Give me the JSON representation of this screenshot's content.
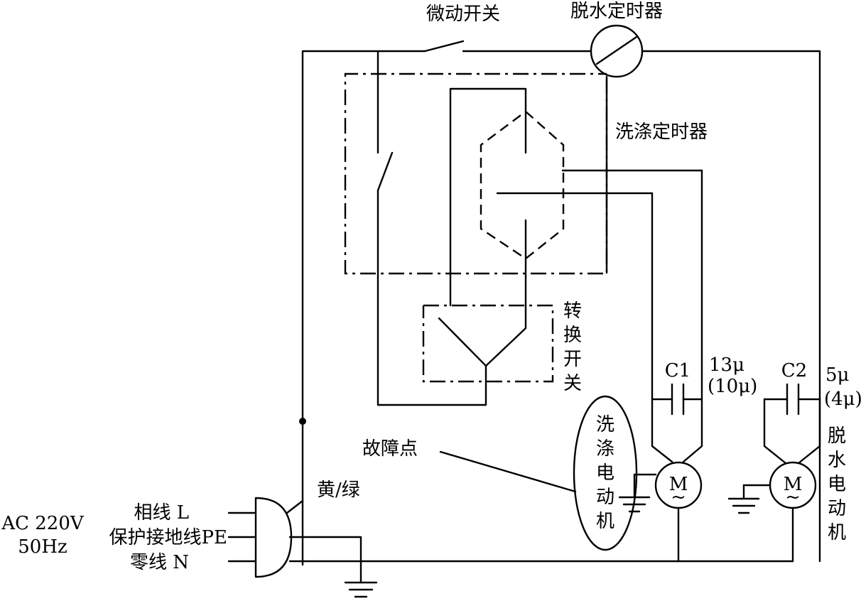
{
  "labels": {
    "micro_switch": "微动开关",
    "spin_timer": "脱水定时器",
    "wash_timer": "洗涤定时器",
    "selector_switch": [
      "转",
      "换",
      "开",
      "关"
    ],
    "c1": "C1",
    "c1_value": "13μ",
    "c1_alt": "(10μ)",
    "c2": "C2",
    "c2_value": "5μ",
    "c2_alt": "(4μ)",
    "fault_point": "故障点",
    "wash_motor": [
      "洗",
      "涤",
      "电",
      "动",
      "机"
    ],
    "spin_motor": [
      "脱",
      "水",
      "电",
      "动",
      "机"
    ],
    "motor_symbol": "M",
    "motor_tilde": "~",
    "ground_wire_color": "黄/绿",
    "phase_line": "相线 L",
    "earth_line": "保护接地线PE",
    "neutral_line": "零线 N",
    "supply_voltage": "AC 220V",
    "supply_freq": "50Hz"
  }
}
